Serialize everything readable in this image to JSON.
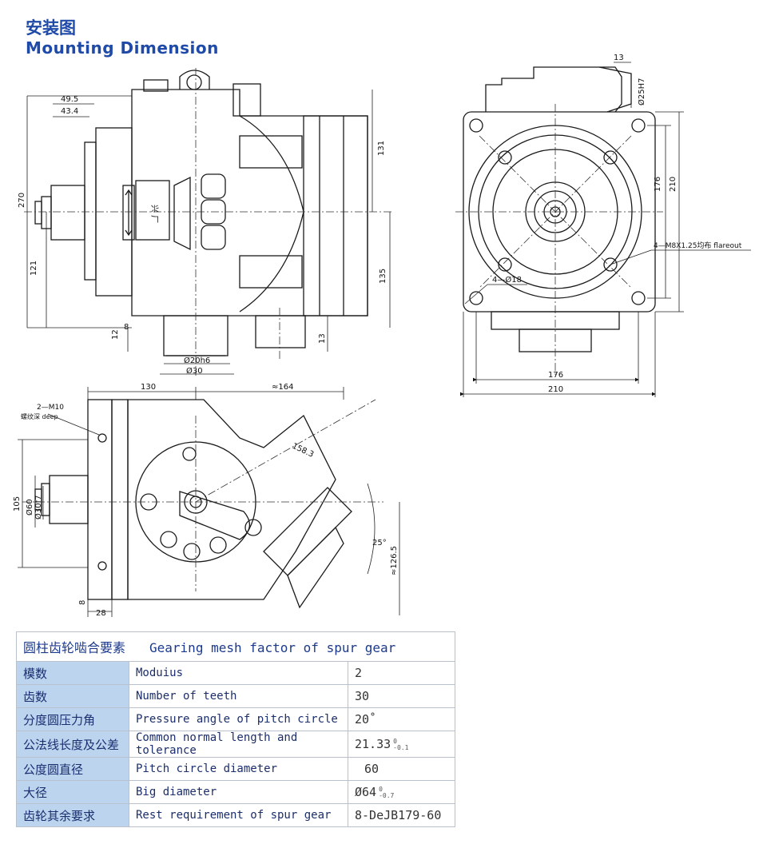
{
  "header": {
    "title_cn": "安装图",
    "title_en": "Mounting Dimension"
  },
  "drawing": {
    "dimensions": {
      "d49_5": "49.5",
      "d43_4": "43.4",
      "d270": "270",
      "d131": "131",
      "d121": "121",
      "d135": "135",
      "d12": "12",
      "d8": "8",
      "d13a": "13",
      "d20h6": "Ø20h6",
      "d30": "Ø30",
      "d13b": "13",
      "d25h7": "Ø25H7",
      "d176v": "176",
      "d210v": "210",
      "d176h": "176",
      "d210h": "210",
      "d130": "130",
      "d164": "≈164",
      "d158_3": "158.3",
      "d105": "105",
      "d60": "Ø60",
      "d30f7": "Ø30f7",
      "d25deg": "25°",
      "d126_5": "≈126.5",
      "d8b": "8",
      "d28": "28"
    },
    "callouts": {
      "holes_18": "4—Ø18",
      "thread": "4—M8X1.25均布 flareout",
      "m10": "2—M10",
      "deep": "螺纹深 deep",
      "plate_text": "兴 厂"
    }
  },
  "table": {
    "header_cn": "圆柱齿轮啮合要素",
    "header_en": "Gearing mesh factor of spur gear",
    "rows": [
      {
        "cn": "模数",
        "en": "Moduius",
        "value": "2",
        "tol_top": "",
        "tol_bottom": ""
      },
      {
        "cn": "齿数",
        "en": "Number of teeth",
        "value": "30",
        "tol_top": "",
        "tol_bottom": ""
      },
      {
        "cn": "分度圆压力角",
        "en": "Pressure angle of pitch circle",
        "value": "20˚",
        "tol_top": "",
        "tol_bottom": ""
      },
      {
        "cn": "公法线长度及公差",
        "en": "Common normal length and tolerance",
        "value": "21.33",
        "tol_top": "0",
        "tol_bottom": "-0.1"
      },
      {
        "cn": "公度圆直径",
        "en": "Pitch circle diameter",
        "value": "60",
        "tol_top": "",
        "tol_bottom": ""
      },
      {
        "cn": "大径",
        "en": "Big diameter",
        "value": "Ø64",
        "tol_top": "0",
        "tol_bottom": "-0.7"
      },
      {
        "cn": "齿轮其余要求",
        "en": "Rest requirement of spur gear",
        "value": "8-DeJB179-60",
        "tol_top": "",
        "tol_bottom": ""
      }
    ]
  }
}
